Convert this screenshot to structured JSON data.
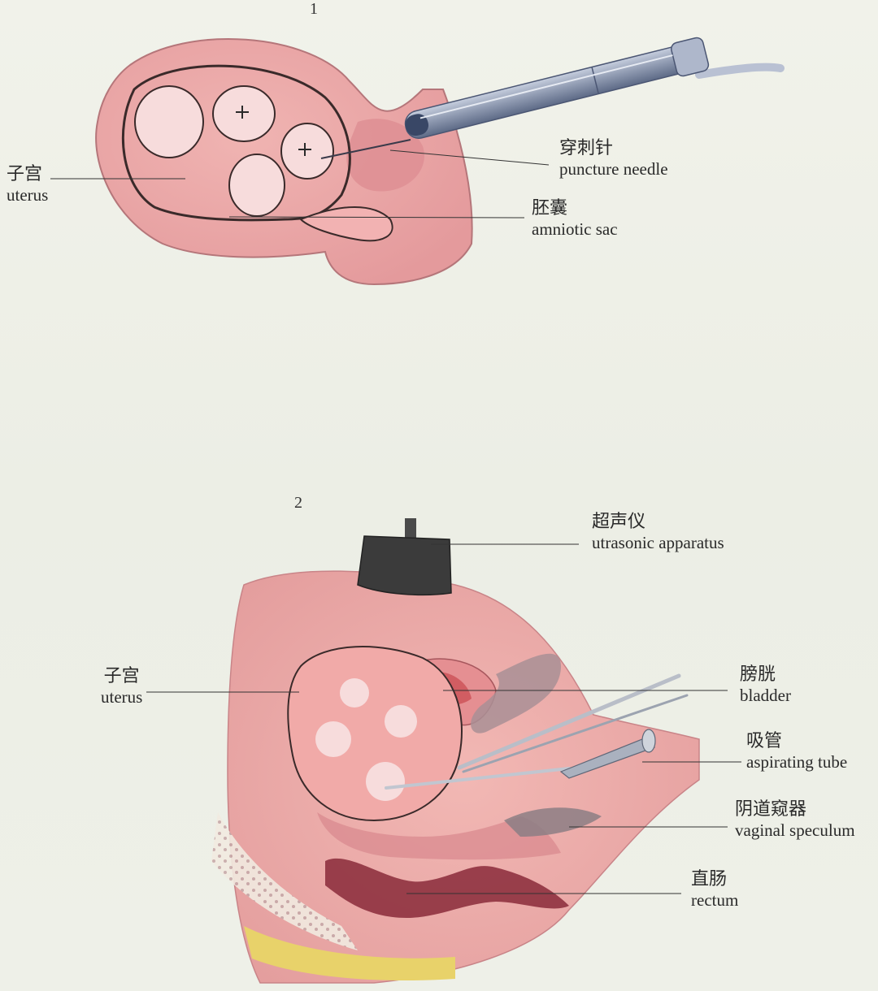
{
  "figure1": {
    "number": "1",
    "labels": {
      "uterus_zh": "子宫",
      "uterus_en": "uterus",
      "needle_zh": "穿刺针",
      "needle_en": "puncture needle",
      "sac_zh": "胚囊",
      "sac_en": "amniotic sac"
    }
  },
  "figure2": {
    "number": "2",
    "labels": {
      "ultrasound_zh": "超声仪",
      "ultrasound_en": "utrasonic apparatus",
      "uterus_zh": "子宫",
      "uterus_en": "uterus",
      "bladder_zh": "膀胱",
      "bladder_en": "bladder",
      "tube_zh": "吸管",
      "tube_en": "aspirating tube",
      "speculum_zh": "阴道窥器",
      "speculum_en": "vaginal speculum",
      "rectum_zh": "直肠",
      "rectum_en": "rectum"
    }
  },
  "colors": {
    "tissue": "#e9a5a5",
    "tissue_dark": "#d98a8e",
    "sac": "#f7dcdc",
    "outline": "#3a2a2a",
    "metal": "#9aa4b8",
    "rectum": "#8a2a3a"
  }
}
